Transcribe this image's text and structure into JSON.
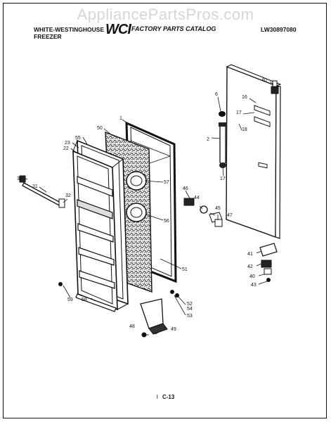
{
  "watermark": "AppliancePartsPros.com",
  "header": {
    "brand": "WHITE-WESTINGHOUSE",
    "product": "FREEZER",
    "logo": "WCI",
    "catalog": "FACTORY PARTS CATALOG",
    "doc_number": "LW30897080"
  },
  "footer": {
    "tick": "I",
    "page": "C-13"
  },
  "labels": {
    "l1": "1",
    "l2": "2",
    "l6": "6",
    "l7": "17",
    "l16": "16",
    "l17": "17",
    "l18": "18",
    "l22": "22",
    "l23": "23",
    "l31": "31",
    "l32": "32",
    "l33": "33",
    "l40a": "40",
    "l40b": "40",
    "l41": "41",
    "l42": "42",
    "l43": "43",
    "l44": "44",
    "l45": "45",
    "l46": "46",
    "l47": "47",
    "l48": "48",
    "l49": "49",
    "l50": "50",
    "l51": "51",
    "l52": "52",
    "l53": "53",
    "l54": "54",
    "l55": "55",
    "l56": "56",
    "l57": "57",
    "l58": "58",
    "l59": "59"
  }
}
